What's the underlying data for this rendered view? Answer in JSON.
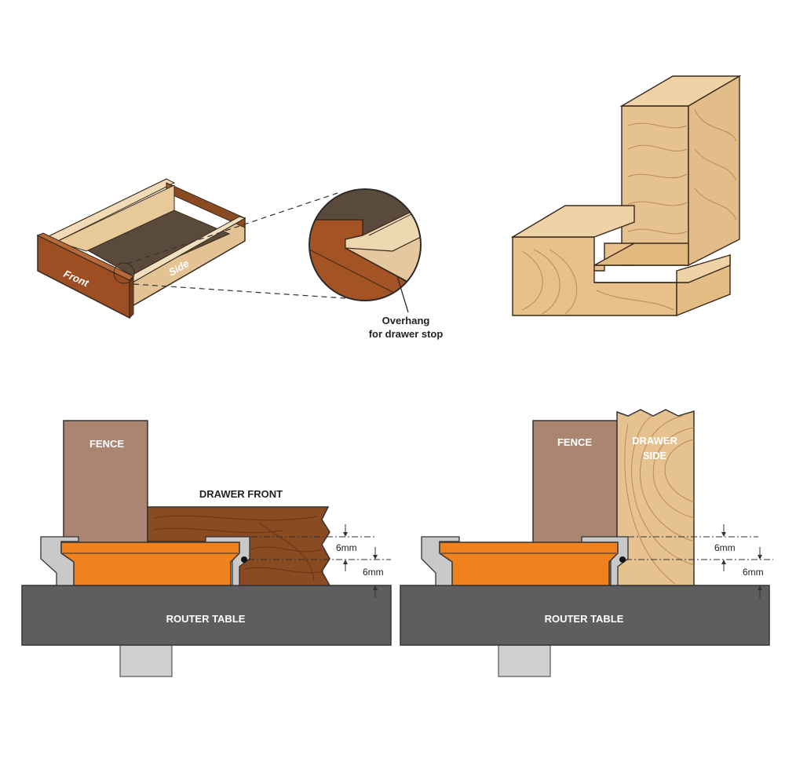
{
  "drawer_view": {
    "front_label": "Front",
    "side_label": "Side"
  },
  "callout": {
    "line1": "Overhang",
    "line2": "for drawer stop"
  },
  "setup_front": {
    "fence_label": "FENCE",
    "workpiece_label": "DRAWER FRONT",
    "table_label": "ROUTER TABLE",
    "dim_upper": "6mm",
    "dim_lower": "6mm"
  },
  "setup_side": {
    "fence_label": "FENCE",
    "workpiece_label_line1": "DRAWER",
    "workpiece_label_line2": "SIDE",
    "table_label": "ROUTER TABLE",
    "dim_upper": "6mm",
    "dim_lower": "6mm"
  },
  "colors": {
    "orange": "#f0821e",
    "fence": "#a98572",
    "wood_light": "#e2bd8e",
    "wood_dark": "#8a4a22",
    "table": "#5e5e60",
    "steel": "#c9c9c9"
  }
}
